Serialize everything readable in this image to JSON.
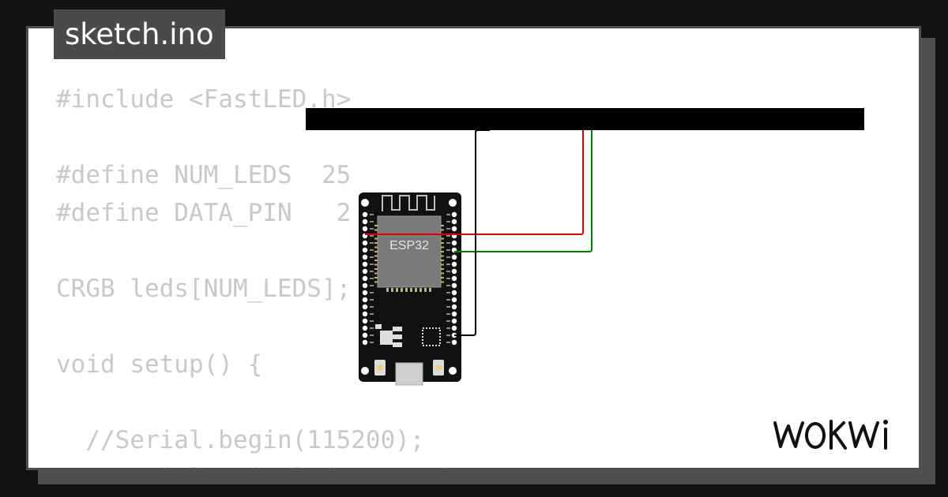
{
  "tab": {
    "filename": "sketch.ino"
  },
  "code_lines": [
    "#include <FastLED.h>",
    "",
    "#define NUM_LEDS  25",
    "#define DATA_PIN   2",
    "",
    "CRGB leds[NUM_LEDS];",
    "",
    "void setup() {",
    "",
    "  //Serial.begin(115200);",
    "  //Serial.println(\"Start\");"
  ],
  "board": {
    "chip_label": "ESP32"
  },
  "logo": {
    "text": "WOKWi"
  },
  "colors": {
    "wire_power": "#e00000",
    "wire_data": "#008000",
    "wire_ground": "#000000",
    "led_strip": "#000000",
    "board": "#111111",
    "chip": "#7a7a7a"
  }
}
